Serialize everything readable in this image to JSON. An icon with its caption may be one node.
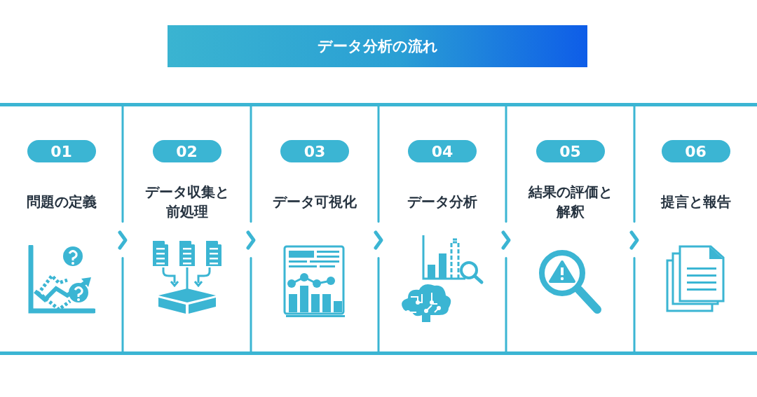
{
  "diagram": {
    "title": "データ分析の流れ",
    "nodes": [
      {
        "text": [
          "01",
          "問題の定義"
        ]
      },
      {
        "text": [
          "02",
          "データ収集と前処理"
        ]
      },
      {
        "text": [
          "03",
          "データ可視化"
        ]
      },
      {
        "text": [
          "04",
          "データ分析"
        ]
      },
      {
        "text": [
          "05",
          "結果の評価と解釈"
        ]
      },
      {
        "text": [
          "06",
          "提言と報告"
        ]
      }
    ],
    "edges": [
      {
        "from": 0,
        "to": 1,
        "arrow": "to"
      },
      {
        "from": 1,
        "to": 2,
        "arrow": "to"
      },
      {
        "from": 2,
        "to": 3,
        "arrow": "to"
      },
      {
        "from": 3,
        "to": 4,
        "arrow": "to"
      },
      {
        "from": 4,
        "to": 5,
        "arrow": "to"
      }
    ]
  }
}
